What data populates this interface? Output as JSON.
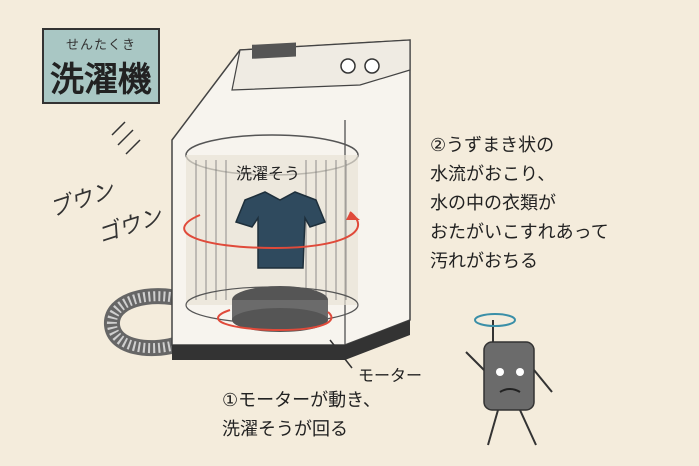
{
  "title": {
    "ruby": "せんたくき",
    "main": "洗濯機"
  },
  "onomatopoeia": {
    "line1": "ブウン",
    "line2": "ゴウン"
  },
  "labels": {
    "tub": "洗濯そう",
    "motor": "モーター"
  },
  "notes": {
    "step2": "②うずまき状の\n水流がおこり、\n水の中の衣類が\nおたがいこすれあって\n汚れがおちる",
    "step1": "①モーターが動き、\n洗濯そうが回る"
  },
  "colors": {
    "background": "#f4ecdc",
    "title_box": "#a9c7c4",
    "shirt": "#2f4a5e",
    "swirl": "#e04a3a",
    "motor": "#6b6b6b",
    "machine": "#f7f4ee"
  },
  "icons": [
    "washing-machine",
    "shirt",
    "motor-character",
    "hose",
    "swirl-arrow"
  ]
}
